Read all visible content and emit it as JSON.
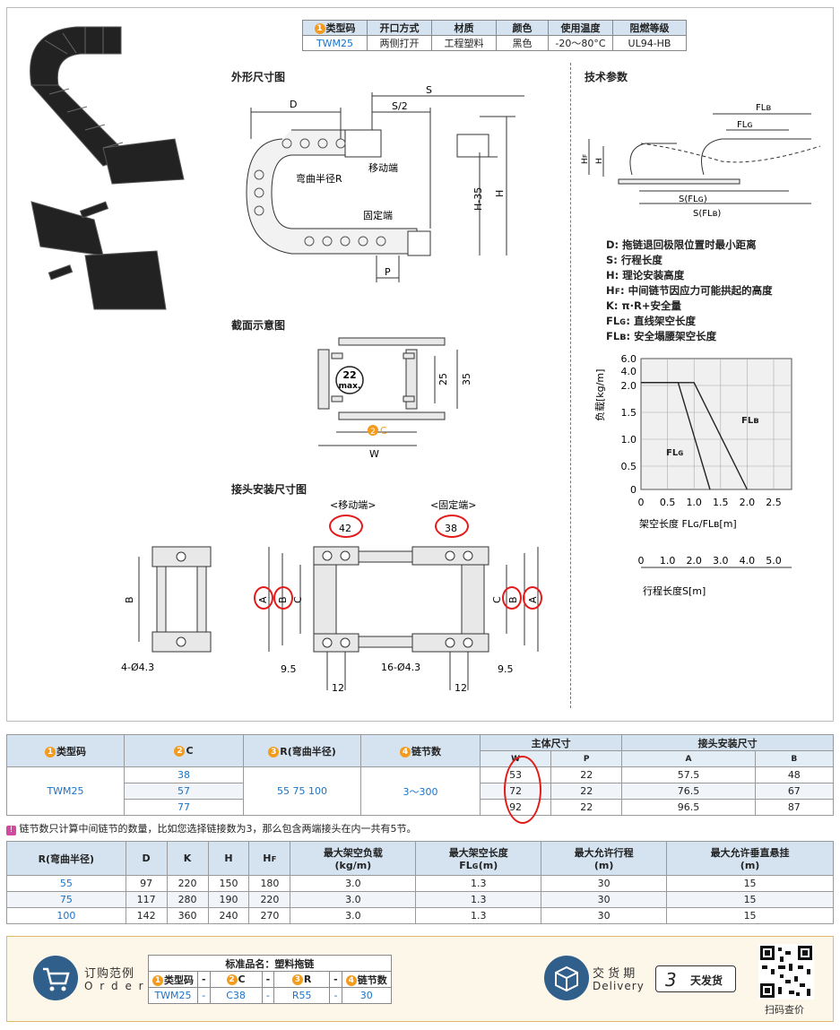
{
  "type_table": {
    "headers": [
      "类型码",
      "开口方式",
      "材质",
      "颜色",
      "使用温度",
      "阻燃等级"
    ],
    "values": [
      "TWM25",
      "两侧打开",
      "工程塑料",
      "黑色",
      "-20～80°C",
      "UL94-HB"
    ]
  },
  "sections": {
    "outline": "外形尺寸图",
    "tech": "技术参数",
    "cross": "截面示意图",
    "joint": "接头安装尺寸图"
  },
  "outline_labels": {
    "D": "D",
    "S": "S",
    "S2": "S/2",
    "moving": "移动端",
    "bend": "弯曲半径R",
    "fixed": "固定端",
    "H35": "H-35",
    "H": "H",
    "P": "P"
  },
  "tech_labels": {
    "FLB": "FLʙ",
    "FLG": "FLɢ",
    "HF": "Hꜰ",
    "H": "H",
    "SFLG": "S(FLɢ)",
    "SFLB": "S(FLʙ)"
  },
  "legend": [
    "D: 拖链退回极限位置时最小距离",
    "S: 行程长度",
    "H: 理论安装高度",
    "Hꜰ: 中间链节因应力可能拱起的高度",
    "K: π·R+安全量",
    "FLɢ: 直线架空长度",
    "FLʙ: 安全塌腰架空长度"
  ],
  "cross_labels": {
    "max22": "22",
    "max": "max.",
    "d25": "25",
    "d35": "35",
    "C": "C",
    "W": "W"
  },
  "chart_data": {
    "type": "line",
    "ylabel": "负载[kg/m]",
    "xlabel": "架空长度 FLɢ/FLʙ[m]",
    "x2label": "行程长度S[m]",
    "yticks": [
      "6.0",
      "4.0",
      "2.0",
      "1.5",
      "1.0",
      "0.5",
      "0"
    ],
    "xticks": [
      "0",
      "0.5",
      "1.0",
      "1.5",
      "2.0",
      "2.5"
    ],
    "x2ticks": [
      "0",
      "1.0",
      "2.0",
      "3.0",
      "4.0",
      "5.0"
    ],
    "series": [
      {
        "name": "FLɢ",
        "x": [
          0,
          0.7,
          1.3
        ],
        "y": [
          2.4,
          2.4,
          0
        ]
      },
      {
        "name": "FLʙ",
        "x": [
          0,
          1.0,
          2.0
        ],
        "y": [
          2.4,
          2.4,
          0
        ]
      }
    ]
  },
  "joint_labels": {
    "moving": "<移动端>",
    "fixed": "<固定端>",
    "m42": "42",
    "f38": "38",
    "B": "B",
    "A": "A",
    "C": "C",
    "hole4": "4-Ø4.3",
    "hole16": "16-Ø4.3",
    "d95a": "9.5",
    "d95b": "9.5",
    "d12a": "12",
    "d12b": "12"
  },
  "spec_table": {
    "headers": [
      "类型码",
      "C",
      "R(弯曲半径)",
      "链节数",
      "主体尺寸",
      "接头安装尺寸"
    ],
    "sub": [
      "W",
      "P",
      "A",
      "B"
    ],
    "type": "TWM25",
    "c_values": [
      "38",
      "57",
      "77"
    ],
    "r_values": "55  75  100",
    "links": "3～300",
    "rows": [
      [
        "53",
        "22",
        "57.5",
        "48"
      ],
      [
        "72",
        "22",
        "76.5",
        "67"
      ],
      [
        "92",
        "22",
        "96.5",
        "87"
      ]
    ]
  },
  "note": "链节数只计算中间链节的数量，比如您选择链接数为3，那么包含两端接头在内一共有5节。",
  "r_table": {
    "headers": [
      "R(弯曲半径)",
      "D",
      "K",
      "H",
      "Hꜰ",
      "最大架空负载\n(kg/m)",
      "最大架空长度\nFLɢ(m)",
      "最大允许行程\n(m)",
      "最大允许垂直悬挂\n(m)"
    ],
    "rows": [
      [
        "55",
        "97",
        "220",
        "150",
        "180",
        "3.0",
        "1.3",
        "30",
        "15"
      ],
      [
        "75",
        "117",
        "280",
        "190",
        "220",
        "3.0",
        "1.3",
        "30",
        "15"
      ],
      [
        "100",
        "142",
        "360",
        "240",
        "270",
        "3.0",
        "1.3",
        "30",
        "15"
      ]
    ]
  },
  "order": {
    "title_cn": "订购范例",
    "title_en": "O r d e r",
    "std_name": "标准品名：塑料拖链",
    "headers": [
      "类型码",
      "-",
      "C",
      "-",
      "R",
      "-",
      "链节数"
    ],
    "values": [
      "TWM25",
      "-",
      "C38",
      "-",
      "R55",
      "-",
      "30"
    ],
    "delivery_cn": "交 货 期",
    "delivery_en": "Delivery",
    "days": "3",
    "days_label": "天发货",
    "qr_label": "扫码查价"
  },
  "colors": {
    "header_bg": "#d5e3f0",
    "accent": "#1a73c8",
    "badge": "#f29b1d",
    "circle": "#e21b1b"
  }
}
